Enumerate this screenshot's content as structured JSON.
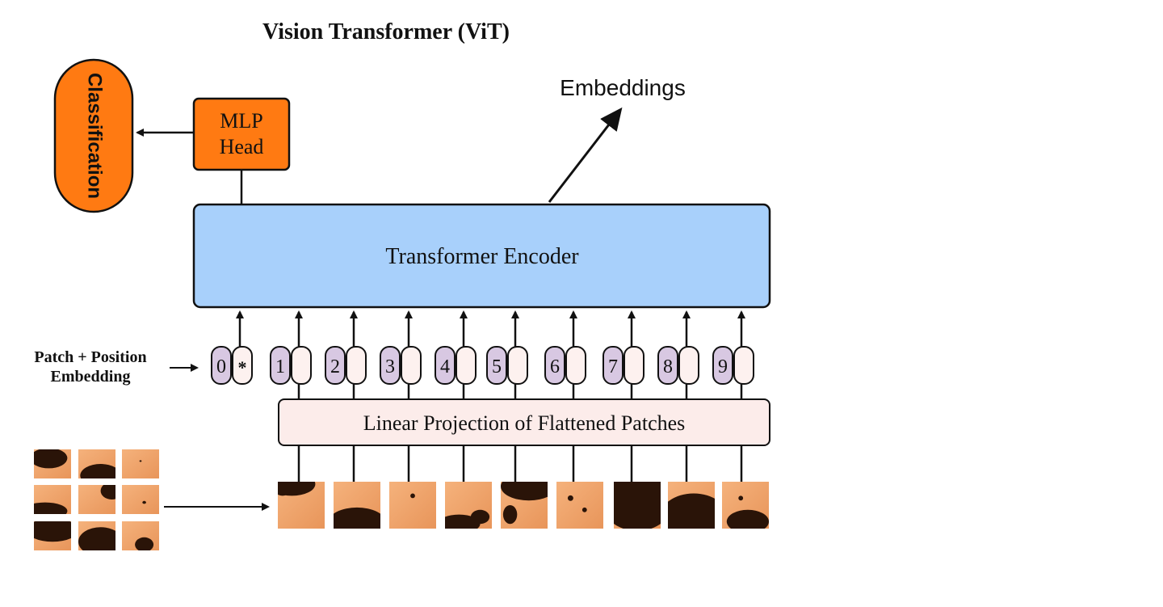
{
  "title": "Vision Transformer (ViT)",
  "embeddings_label": "Embeddings",
  "classification_label": "Classification",
  "mlp_head": {
    "line1": "MLP",
    "line2": "Head"
  },
  "encoder_label": "Transformer Encoder",
  "projection_label": "Linear Projection of Flattened Patches",
  "patch_embedding": {
    "line1": "Patch + Position",
    "line2": "Embedding"
  },
  "tokens": [
    {
      "position": "0",
      "content": "*"
    },
    {
      "position": "1",
      "content": ""
    },
    {
      "position": "2",
      "content": ""
    },
    {
      "position": "3",
      "content": ""
    },
    {
      "position": "4",
      "content": ""
    },
    {
      "position": "5",
      "content": ""
    },
    {
      "position": "6",
      "content": ""
    },
    {
      "position": "7",
      "content": ""
    },
    {
      "position": "8",
      "content": ""
    },
    {
      "position": "9",
      "content": ""
    }
  ],
  "colors": {
    "orange": "#ff7a12",
    "encoder_blue": "#a8d0fb",
    "projection_pink": "#fcecea",
    "position_purple": "#d8c8e2",
    "token_pink": "#fdf1ef",
    "patch_tan": "#f2a56a",
    "patch_dark": "#2a1408"
  }
}
